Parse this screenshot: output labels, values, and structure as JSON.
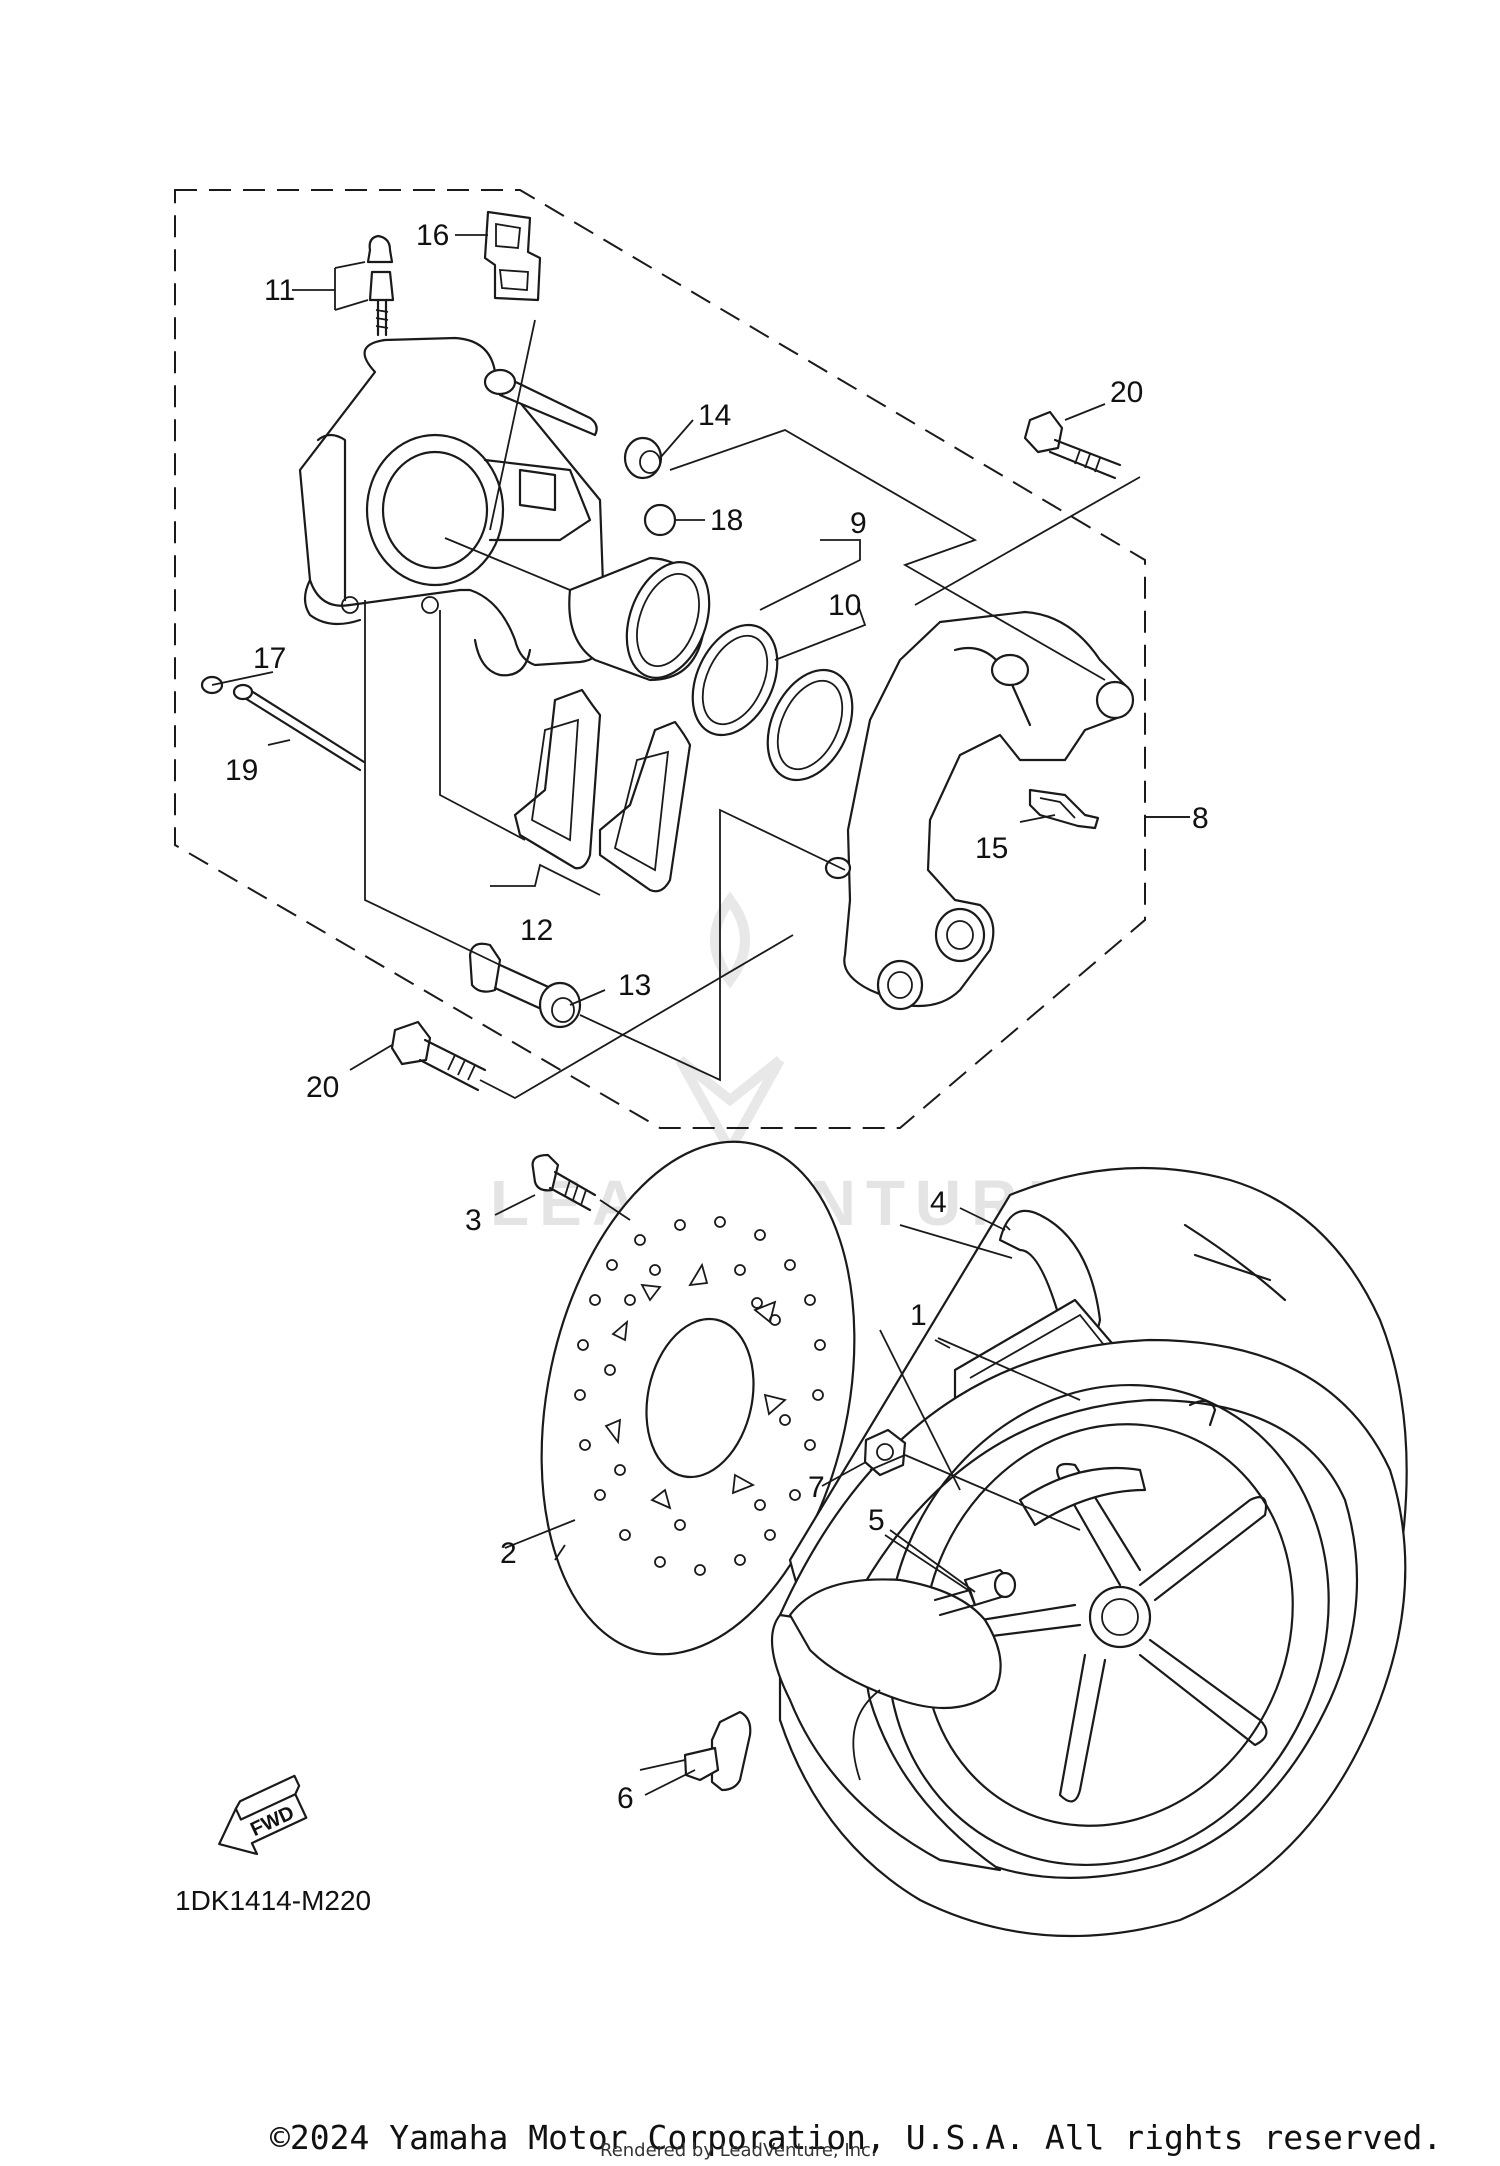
{
  "callouts": {
    "c1": "1",
    "c2": "2",
    "c3": "3",
    "c4": "4",
    "c5": "5",
    "c6": "6",
    "c7": "7",
    "c8": "8",
    "c9": "9",
    "c10": "10",
    "c11": "11",
    "c12": "12",
    "c13": "13",
    "c14": "14",
    "c15": "15",
    "c16": "16",
    "c17": "17",
    "c18": "18",
    "c19": "19",
    "c20a": "20",
    "c20b": "20"
  },
  "fwd_label": "FWD",
  "diagram_code": "1DK1414-M220",
  "watermark": "LEADVENTURE",
  "copyright": "©2024 Yamaha Motor Corporation, U.S.A. All rights reserved.",
  "rendered_by": "Rendered by LeadVenture, Inc."
}
